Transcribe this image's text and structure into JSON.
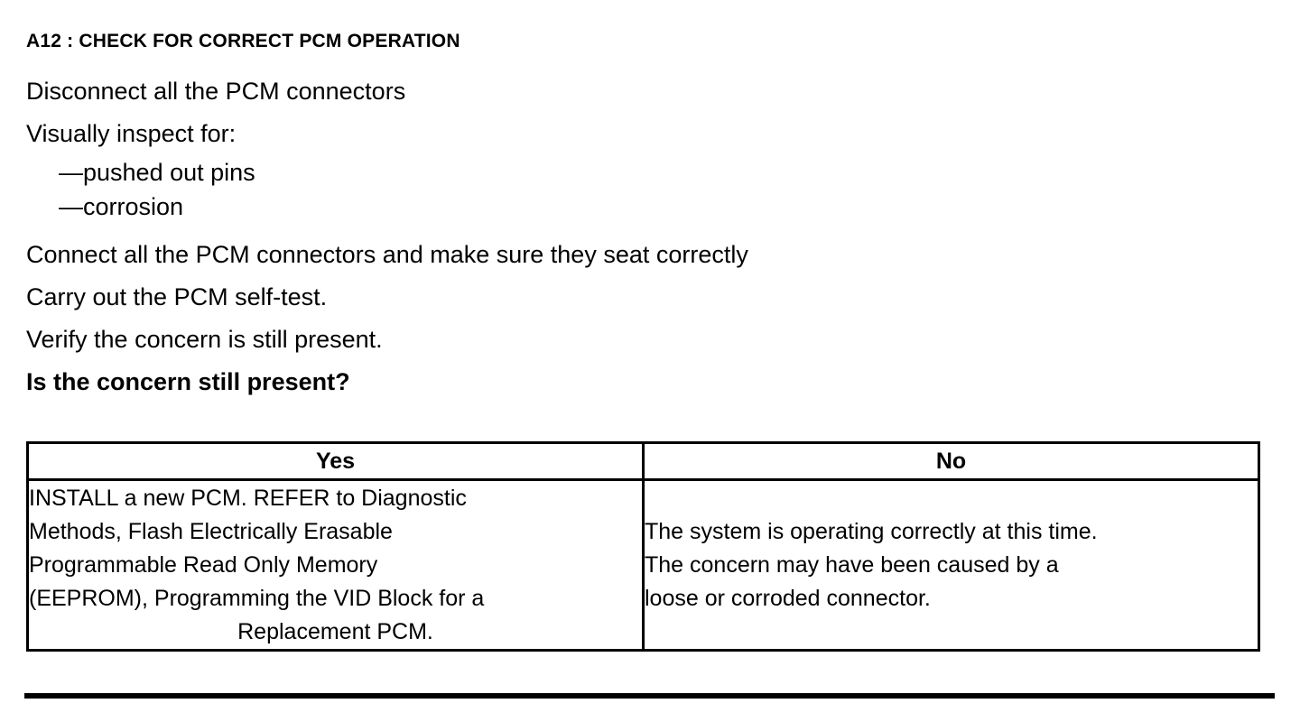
{
  "document": {
    "step_heading": "A12 : CHECK FOR CORRECT PCM OPERATION",
    "procedure": [
      {
        "text": "Disconnect all the PCM connectors",
        "style": "normal"
      },
      {
        "text": "Visually inspect for:",
        "style": "normal"
      },
      {
        "text": "—pushed out pins",
        "style": "bullet"
      },
      {
        "text": "—corrosion",
        "style": "bullet"
      },
      {
        "text": "Connect all the PCM connectors and make sure they seat correctly",
        "style": "normal"
      },
      {
        "text": "Carry out the PCM self-test.",
        "style": "normal"
      },
      {
        "text": "Verify the concern is still present.",
        "style": "normal"
      },
      {
        "text": "Is the concern still present?",
        "style": "bold-question"
      }
    ],
    "decision_table": {
      "headers": {
        "yes": "Yes",
        "no": "No"
      },
      "yes_cell": {
        "lines": [
          "INSTALL a new PCM. REFER to Diagnostic",
          "Methods, Flash Electrically Erasable",
          "Programmable Read Only Memory",
          "(EEPROM), Programming the VID Block for a"
        ],
        "last_line": "Replacement PCM."
      },
      "no_cell": {
        "lines": [
          "The system is operating correctly at this time.",
          "The concern may have been caused by a",
          "loose or corroded connector."
        ]
      }
    },
    "colors": {
      "text": "#000000",
      "background": "#ffffff",
      "rule": "#000000"
    }
  }
}
